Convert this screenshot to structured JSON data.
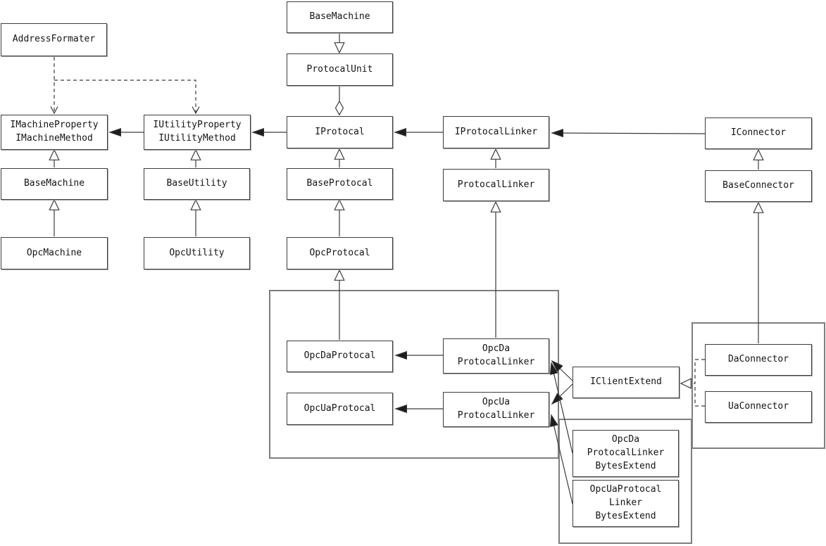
{
  "diagram": {
    "nodes": {
      "address_formater": {
        "label": "AddressFormater"
      },
      "imachine_interface": {
        "label": "IMachineProperty\nIMachineMethod"
      },
      "base_machine_left": {
        "label": "BaseMachine"
      },
      "opc_machine": {
        "label": "OpcMachine"
      },
      "iutility_interface": {
        "label": "IUtilityProperty\nIUtilityMethod"
      },
      "base_utility": {
        "label": "BaseUtility"
      },
      "opc_utility": {
        "label": "OpcUtility"
      },
      "base_machine_top": {
        "label": "BaseMachine"
      },
      "protocal_unit": {
        "label": "ProtocalUnit"
      },
      "iprotocal": {
        "label": "IProtocal"
      },
      "base_protocal": {
        "label": "BaseProtocal"
      },
      "opc_protocal": {
        "label": "OpcProtocal"
      },
      "opc_da_protocal": {
        "label": "OpcDaProtocal"
      },
      "opc_ua_protocal": {
        "label": "OpcUaProtocal"
      },
      "iprotocal_linker": {
        "label": "IProtocalLinker"
      },
      "protocal_linker": {
        "label": "ProtocalLinker"
      },
      "opc_da_protocal_linker": {
        "label": "OpcDa\nProtocalLinker"
      },
      "opc_ua_protocal_linker": {
        "label": "OpcUa\nProtocalLinker"
      },
      "iconnector": {
        "label": "IConnector"
      },
      "base_connector": {
        "label": "BaseConnector"
      },
      "da_connector": {
        "label": "DaConnector"
      },
      "ua_connector": {
        "label": "UaConnector"
      },
      "iclient_extend": {
        "label": "IClientExtend"
      },
      "opc_da_protocal_linker_bytes_extend": {
        "label": "OpcDa\nProtocalLinker\nBytesExtend"
      },
      "opc_ua_protocal_linker_bytes_extend": {
        "label": "OpcUaProtocal\nLinker\nBytesExtend"
      }
    },
    "edges": [
      {
        "from": "AddressFormater",
        "to": "IMachineProperty IMachineMethod",
        "type": "dashed-dependency"
      },
      {
        "from": "AddressFormater",
        "to": "IUtilityProperty IUtilityMethod",
        "type": "dashed-dependency"
      },
      {
        "from": "BaseMachine (left)",
        "to": "IMachineProperty IMachineMethod",
        "type": "generalization"
      },
      {
        "from": "OpcMachine",
        "to": "BaseMachine (left)",
        "type": "generalization"
      },
      {
        "from": "BaseUtility",
        "to": "IUtilityProperty IUtilityMethod",
        "type": "generalization"
      },
      {
        "from": "OpcUtility",
        "to": "BaseUtility",
        "type": "generalization"
      },
      {
        "from": "IUtilityProperty IUtilityMethod",
        "to": "IMachineProperty IMachineMethod",
        "type": "association-arrow"
      },
      {
        "from": "IProtocal",
        "to": "IUtilityProperty IUtilityMethod",
        "type": "association-arrow"
      },
      {
        "from": "BaseMachine (top)",
        "to": "ProtocalUnit",
        "type": "generalization"
      },
      {
        "from": "ProtocalUnit",
        "to": "IProtocal",
        "type": "aggregation"
      },
      {
        "from": "IProtocalLinker",
        "to": "IProtocal",
        "type": "association-arrow"
      },
      {
        "from": "IConnector",
        "to": "IProtocalLinker",
        "type": "association-arrow"
      },
      {
        "from": "BaseProtocal",
        "to": "IProtocal",
        "type": "generalization"
      },
      {
        "from": "OpcProtocal",
        "to": "BaseProtocal",
        "type": "generalization"
      },
      {
        "from": "OpcDaProtocal",
        "to": "OpcProtocal",
        "type": "generalization"
      },
      {
        "from": "ProtocalLinker",
        "to": "IProtocalLinker",
        "type": "generalization"
      },
      {
        "from": "OpcDa ProtocalLinker",
        "to": "ProtocalLinker",
        "type": "generalization"
      },
      {
        "from": "BaseConnector",
        "to": "IConnector",
        "type": "generalization"
      },
      {
        "from": "DaConnector",
        "to": "BaseConnector",
        "type": "generalization"
      },
      {
        "from": "OpcDa ProtocalLinker",
        "to": "OpcDaProtocal",
        "type": "association-arrow"
      },
      {
        "from": "OpcUa ProtocalLinker",
        "to": "OpcUaProtocal",
        "type": "association-arrow"
      },
      {
        "from": "IClientExtend",
        "to": "OpcDa ProtocalLinker",
        "type": "association-arrow"
      },
      {
        "from": "IClientExtend",
        "to": "OpcUa ProtocalLinker",
        "type": "association-arrow"
      },
      {
        "from": "OpcDa ProtocalLinker BytesExtend",
        "to": "OpcDa ProtocalLinker",
        "type": "association-arrow"
      },
      {
        "from": "OpcUaProtocal Linker BytesExtend",
        "to": "OpcUa ProtocalLinker",
        "type": "association-arrow"
      },
      {
        "from": "DaConnector",
        "to": "IClientExtend",
        "type": "dashed-realization"
      },
      {
        "from": "UaConnector",
        "to": "IClientExtend",
        "type": "dashed-realization"
      }
    ]
  }
}
